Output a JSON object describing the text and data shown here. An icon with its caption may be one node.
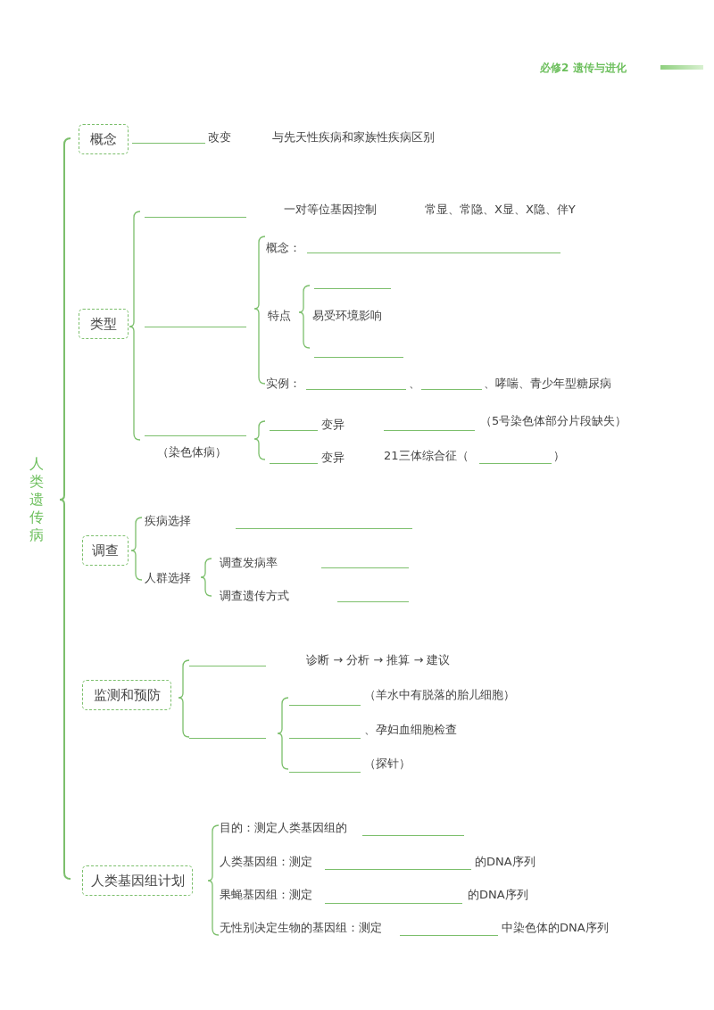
{
  "diagram": {
    "nodes": [
      {
        "text": [
          "概念"
        ]
      },
      {
        "text": [
          "类型"
        ]
      },
      {
        "text": [
          "调查"
        ]
      },
      {
        "text": [
          "监测和预防"
        ]
      },
      {
        "text": [
          "人类基因组计划"
        ]
      }
    ],
    "labels": [
      "必修2 遗传与进化",
      "人类遗传病",
      "改变",
      "与先天性疾病和家族性疾病区别",
      "一对等位基因控制",
      "常显、常隐、X显、X隐、伴Y",
      "概念：",
      "特点",
      "易受环境影响",
      "实例：",
      "、",
      "、哮喘、青少年型糖尿病",
      "（染色体病）",
      "变异",
      "（5号染色体部分片段缺失）",
      "变异",
      "21三体综合征（",
      "）",
      "疾病选择",
      "人群选择",
      "调查发病率",
      "调查遗传方式",
      "诊断 → 分析 → 推算 → 建议",
      "（羊水中有脱落的胎儿细胞）",
      "、孕妇血细胞检查",
      "（探针）",
      "目的：测定人类基因组的",
      "人类基因组：测定",
      "的DNA序列",
      "果蝇基因组：测定",
      "的DNA序列",
      "无性别决定生物的基因组：测定",
      "中染色体的DNA序列"
    ]
  }
}
